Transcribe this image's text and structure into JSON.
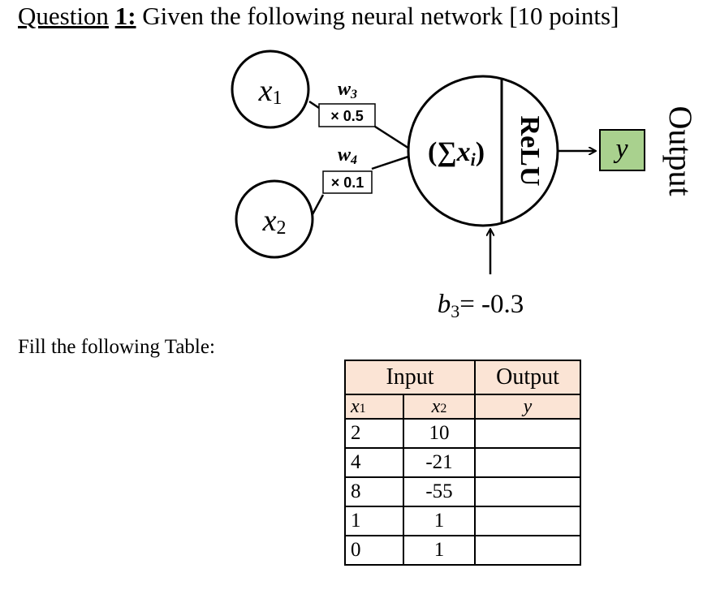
{
  "question": {
    "label": "Question",
    "number": "1:",
    "text": " Given the following neural network [10 points]"
  },
  "diagram": {
    "input1": {
      "var": "x",
      "sub": "1"
    },
    "input2": {
      "var": "x",
      "sub": "2"
    },
    "weight1": {
      "name": "w",
      "sub": "3",
      "value": "× 0.5"
    },
    "weight2": {
      "name": "w",
      "sub": "4",
      "value": "× 0.1"
    },
    "sum": {
      "open": "(",
      "sigma": "∑",
      "var": "x",
      "sub": "i",
      "close": ")"
    },
    "activation": "ReLU",
    "bias": {
      "name": "b",
      "sub": "3",
      "value": "= -0.3"
    },
    "output_node": "y",
    "output_label": "Output"
  },
  "instruction": "Fill the following Table:",
  "table": {
    "header_input": "Input",
    "header_output": "Output",
    "col_x1": {
      "var": "x",
      "sub": "1"
    },
    "col_x2": {
      "var": "x",
      "sub": "2"
    },
    "col_y": "y",
    "rows": [
      {
        "x1": "2",
        "x2": "10",
        "y": ""
      },
      {
        "x1": "4",
        "x2": "-21",
        "y": ""
      },
      {
        "x1": "8",
        "x2": "-55",
        "y": ""
      },
      {
        "x1": "1",
        "x2": "1",
        "y": ""
      },
      {
        "x1": "0",
        "x2": "1",
        "y": ""
      }
    ]
  },
  "colors": {
    "table_header_bg": "#fbe4d5",
    "output_node_bg": "#a9d18e"
  }
}
